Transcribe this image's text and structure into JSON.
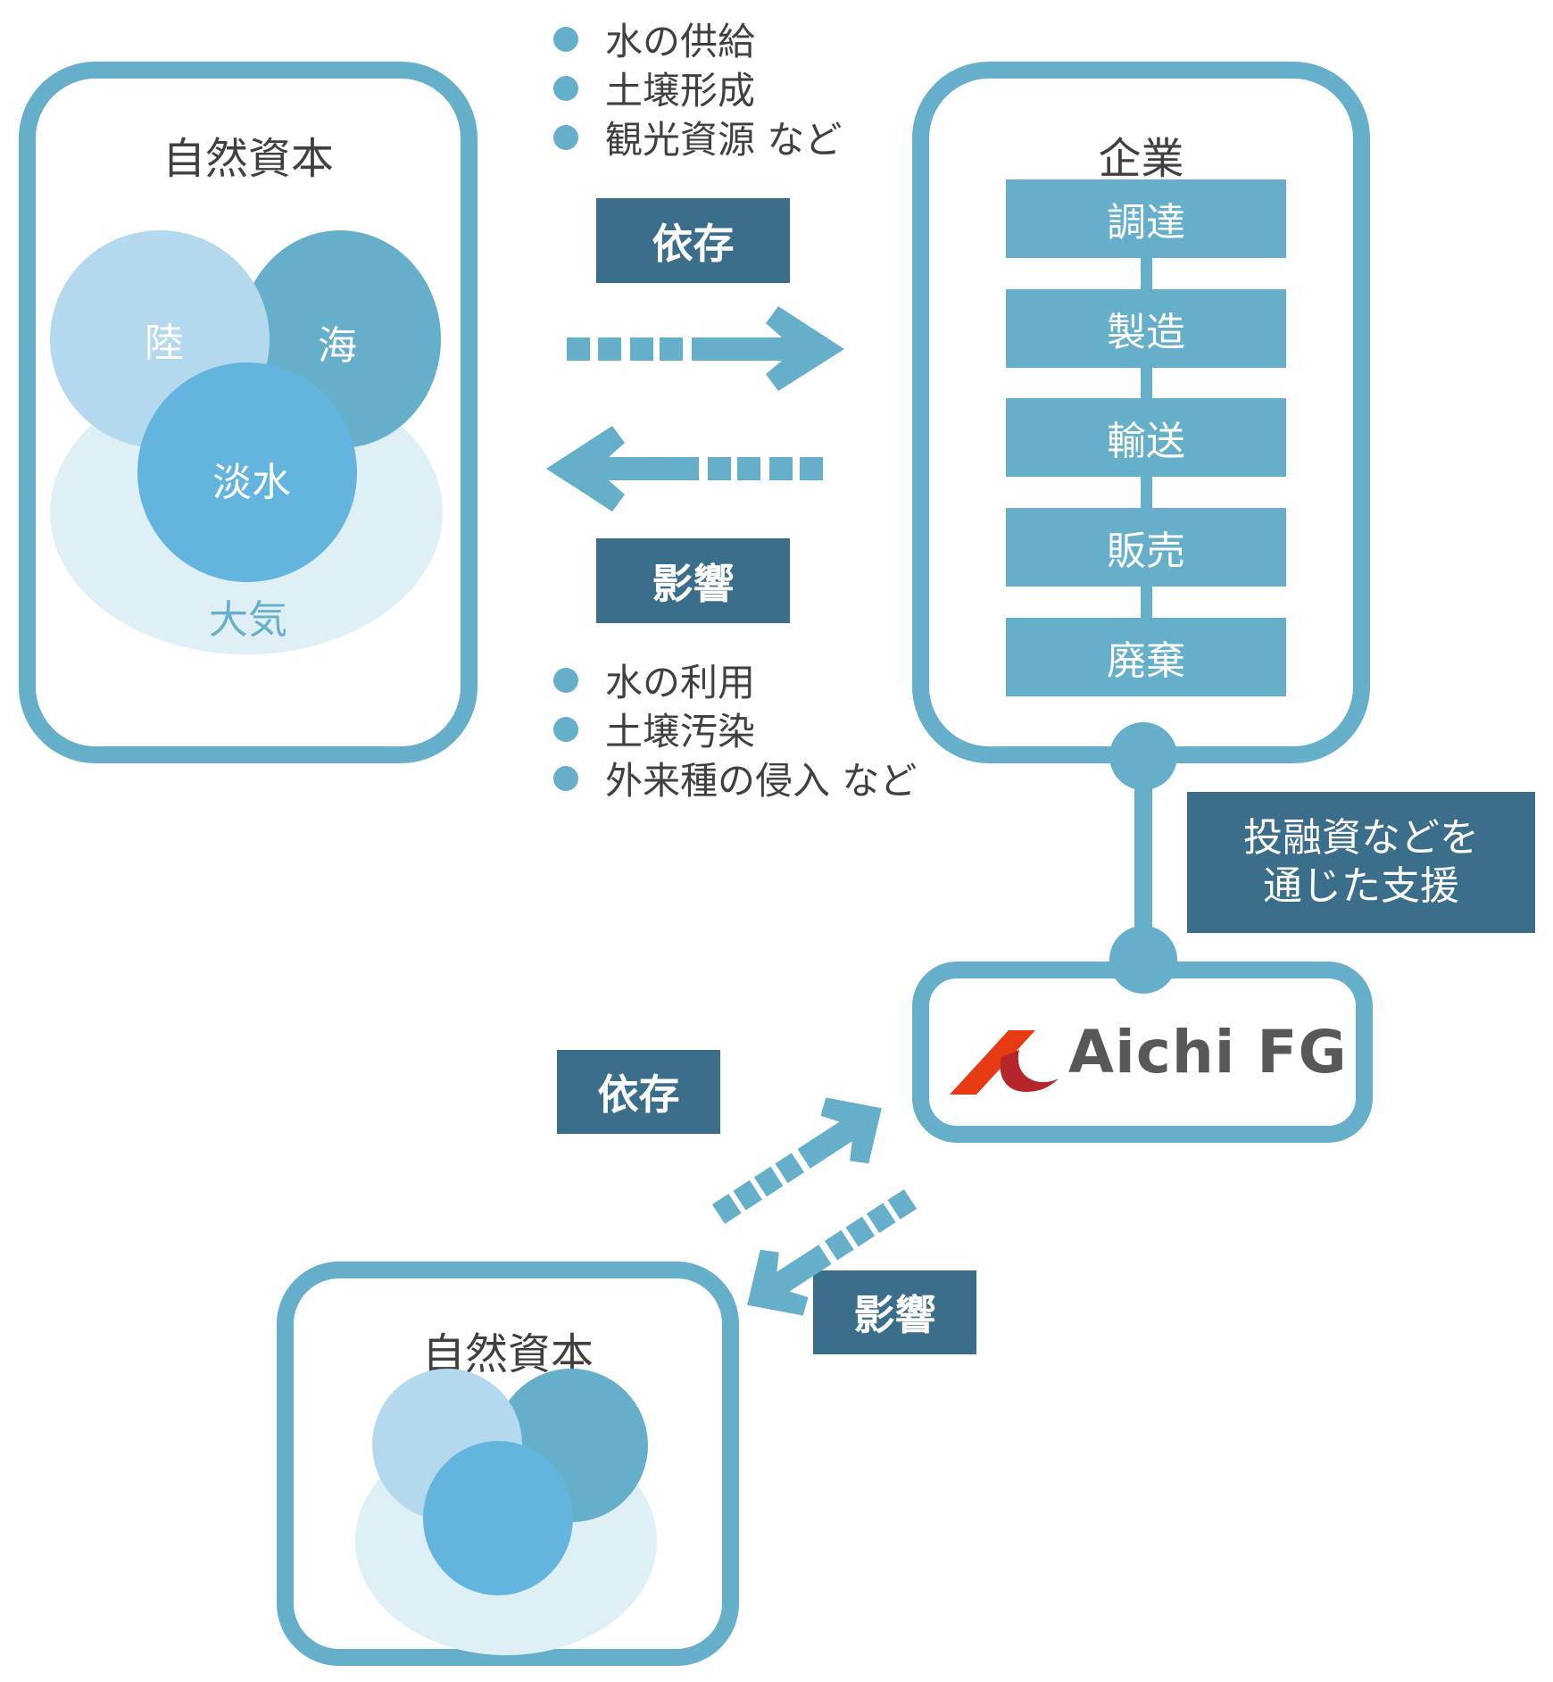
{
  "colors": {
    "frame": "#66afcb",
    "tag_bg": "#3a6e8b",
    "land": "#b4d9ee",
    "sea": "#66afcb",
    "freshwater": "#63b4df",
    "atmosphere": "#dfeff6",
    "atmosphere_text": "#66afcb",
    "text": "#404040",
    "logo_red": "#e63a12",
    "logo_dark_red": "#b5262a",
    "logo_gray": "#58585a"
  },
  "natural_capital_top": {
    "title": "自然資本",
    "elements": {
      "land": "陸",
      "sea": "海",
      "freshwater": "淡水",
      "atmosphere": "大気"
    }
  },
  "dependency_top": {
    "label": "依存",
    "examples": [
      "水の供給",
      "土壌形成",
      "観光資源 など"
    ]
  },
  "impact_top": {
    "label": "影響",
    "examples": [
      "水の利用",
      "土壌汚染",
      "外来種の侵入 など"
    ]
  },
  "company": {
    "title": "企業",
    "value_chain": [
      "調達",
      "製造",
      "輸送",
      "販売",
      "廃棄"
    ]
  },
  "support": {
    "lines": [
      "投融資などを",
      "通じた支援"
    ]
  },
  "aichi": {
    "logo_text": "Aichi FG"
  },
  "dependency_bottom": {
    "label": "依存"
  },
  "impact_bottom": {
    "label": "影響"
  },
  "natural_capital_bottom": {
    "title": "自然資本"
  }
}
